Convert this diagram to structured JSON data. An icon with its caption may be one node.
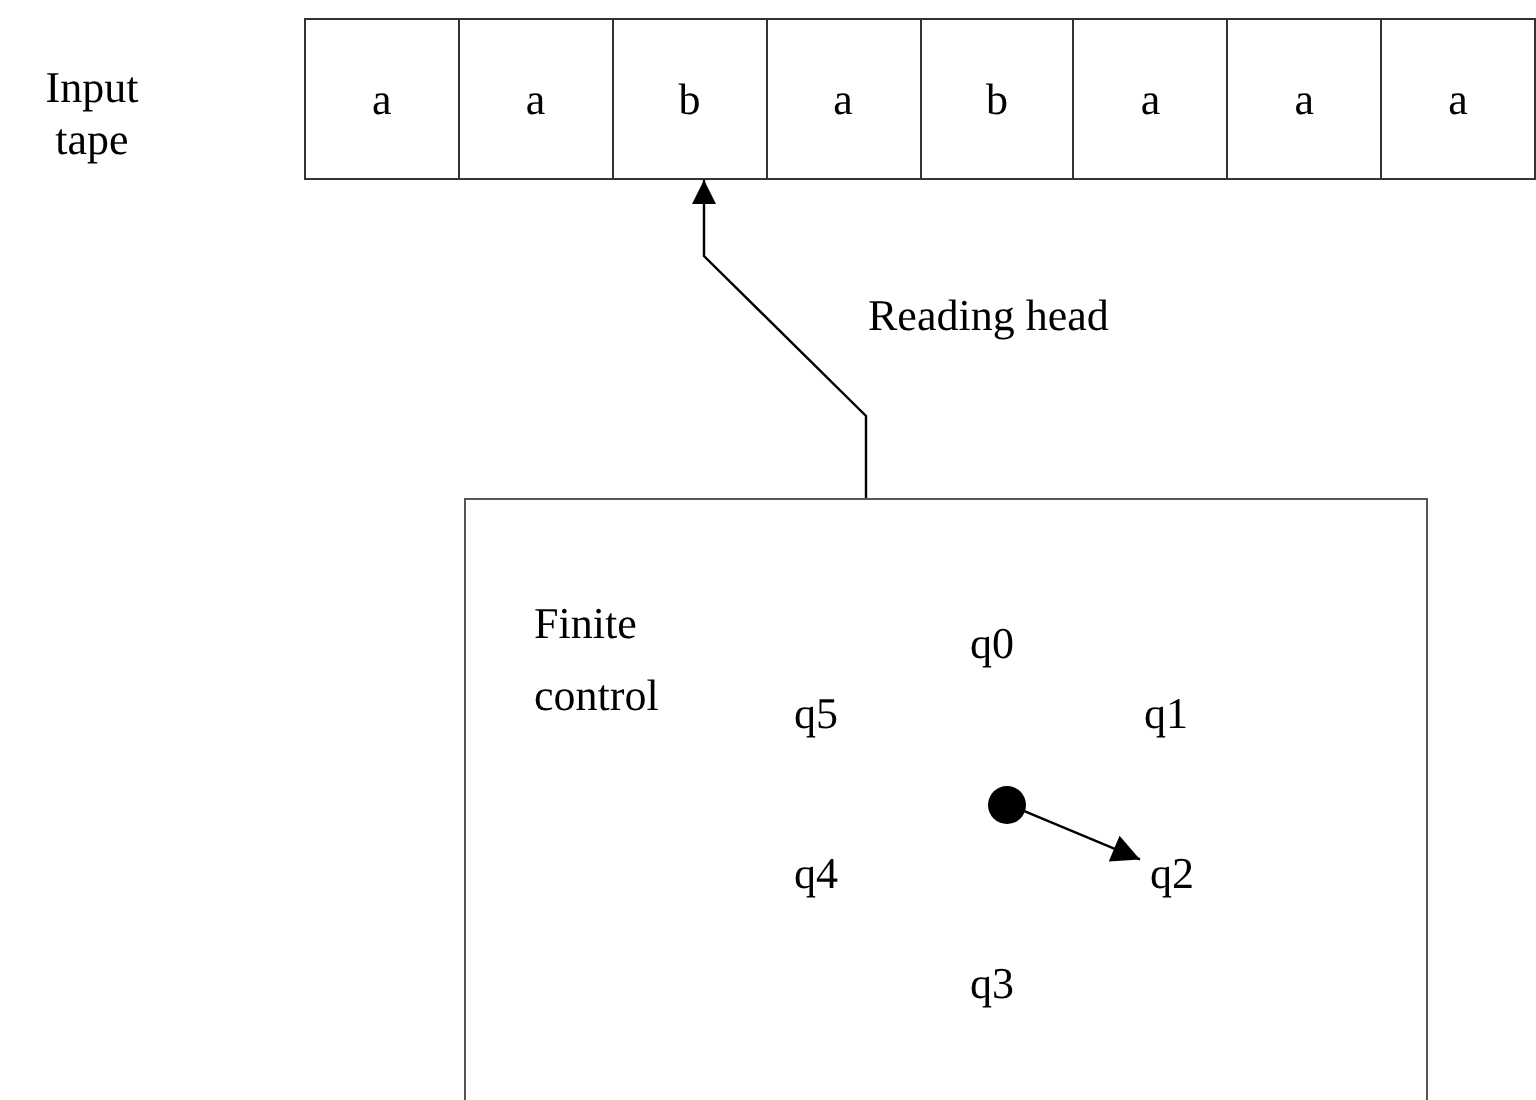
{
  "diagram": {
    "nodes": [
      {
        "text": [
          "Input tape"
        ]
      },
      {
        "text": [
          "a"
        ],
        "in": 0
      },
      {
        "text": [
          "a"
        ],
        "in": 0
      },
      {
        "text": [
          "b"
        ],
        "in": 0
      },
      {
        "text": [
          "a"
        ],
        "in": 0
      },
      {
        "text": [
          "b"
        ],
        "in": 0
      },
      {
        "text": [
          "a"
        ],
        "in": 0
      },
      {
        "text": [
          "a"
        ],
        "in": 0
      },
      {
        "text": [
          "a"
        ],
        "in": 0
      },
      {
        "text": [
          "Finite control"
        ]
      },
      {
        "text": [
          "q0"
        ],
        "in": 9
      },
      {
        "text": [
          "q5"
        ],
        "in": 9
      },
      {
        "text": [
          "q1"
        ],
        "in": 9
      },
      {
        "text": [],
        "shape": "circle",
        "in": 9
      },
      {
        "text": [
          "q4"
        ],
        "in": 9
      },
      {
        "text": [
          "q2"
        ],
        "in": 9
      },
      {
        "text": [
          "q3"
        ],
        "in": 9
      }
    ],
    "edges": [
      {
        "from": 9,
        "to": 3,
        "arrow": "to",
        "label": "Reading head"
      },
      {
        "from": 13,
        "to": 15,
        "arrow": "to"
      }
    ]
  }
}
